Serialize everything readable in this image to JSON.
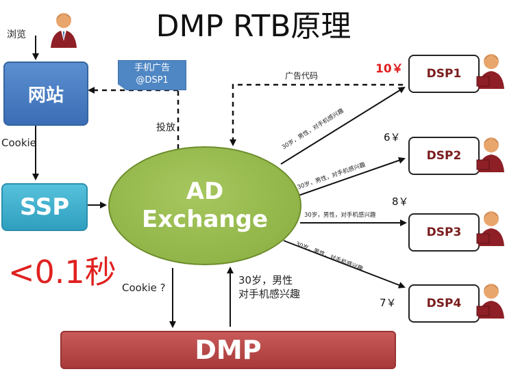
{
  "title": "DMP RTB原理",
  "browse_label": "浏览",
  "website_label": "网站",
  "cookie_label": "Cookie",
  "ssp_label": "SSP",
  "adx_line1": "AD",
  "adx_line2": "Exchange",
  "dmp_label": "DMP",
  "card_line1": "手机广告",
  "card_line2": "@DSP1",
  "deliver_label": "投放",
  "ad_code_label": "广告代码",
  "latency": "<0.1秒",
  "cookie_query": "Cookie ?",
  "dmp_reply_line1": "30岁，男性",
  "dmp_reply_line2": "对手机感兴趣",
  "bid_request": "30岁，男性，对手机感兴趣",
  "dsps": [
    {
      "label": "DSP1",
      "price": "10￥"
    },
    {
      "label": "DSP2",
      "price": "6￥"
    },
    {
      "label": "DSP3",
      "price": "8￥"
    },
    {
      "label": "DSP4",
      "price": "7￥"
    }
  ],
  "colors": {
    "website": "#4a7fc4",
    "ssp": "#3bafcf",
    "adx": "#96b84c",
    "dmp": "#b84848",
    "latency": "#e02020",
    "winning_price": "#e02020",
    "dsp_text": "#7a1c1c"
  },
  "icons": [
    "person-icon"
  ]
}
